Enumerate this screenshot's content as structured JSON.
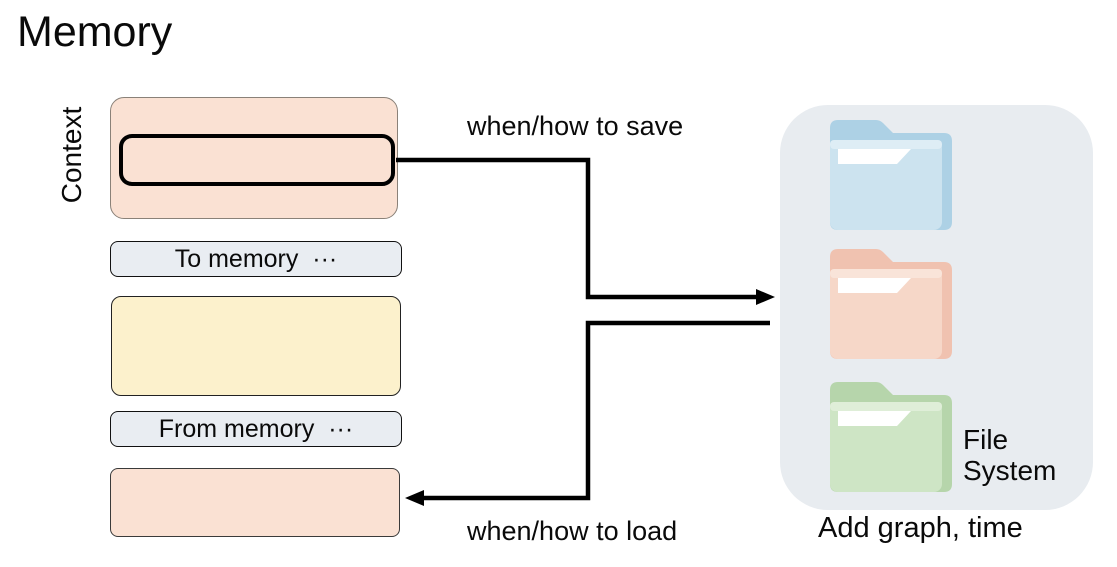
{
  "title": "Memory",
  "context": {
    "label": "Context",
    "to_memory_label": "To memory  ···",
    "from_memory_label": "From memory  ···"
  },
  "arrows": {
    "save_label": "when/how to save",
    "load_label": "when/how to load",
    "color": "#000000"
  },
  "file_system": {
    "label": "File\nSystem",
    "caption": "Add graph, time",
    "panel_color": "#e8ecf0",
    "folders": [
      {
        "name": "blue-folder",
        "back": "#add1e5",
        "front": "#cce3ef",
        "highlight": "#deedf5",
        "paper": "#ffffff"
      },
      {
        "name": "salmon-folder",
        "back": "#f0c2b0",
        "front": "#f6d7c8",
        "highlight": "#f9e4d9",
        "paper": "#ffffff"
      },
      {
        "name": "green-folder",
        "back": "#b6d5ab",
        "front": "#cee5c5",
        "highlight": "#dfeed8",
        "paper": "#ffffff"
      }
    ]
  },
  "colors": {
    "peach_box": "#fae1d3",
    "yellow_box": "#fcf1cc",
    "memory_pill": "#e9edf2",
    "outline": "#000000"
  }
}
